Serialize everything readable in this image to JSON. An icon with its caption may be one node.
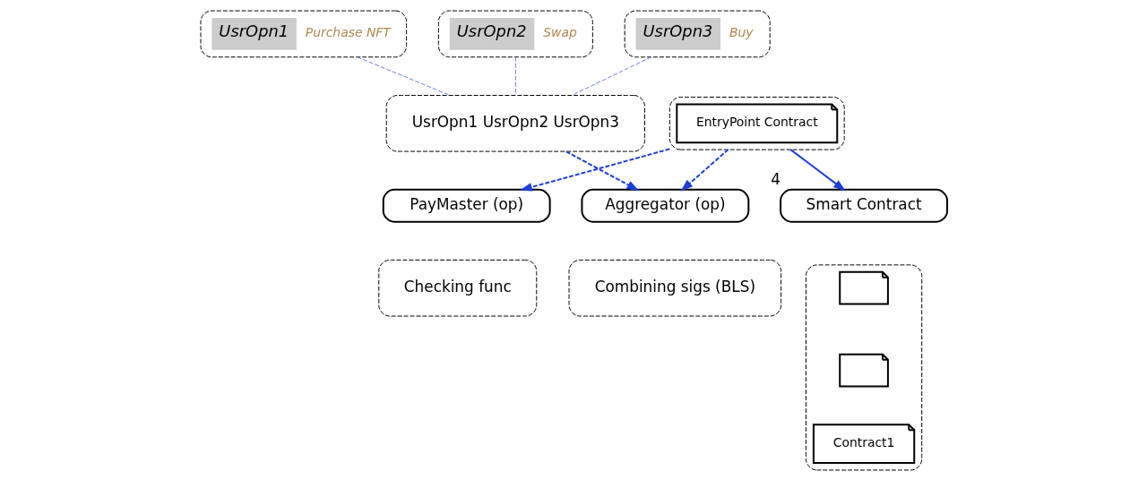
{
  "diagram": {
    "nodes": [
      {
        "text": [
          "UsrOpn1",
          "Purchase NFT"
        ]
      },
      {
        "text": [
          "UsrOpn2",
          "Swap"
        ]
      },
      {
        "text": [
          "UsrOpn3",
          "Buy"
        ]
      },
      {
        "text": [
          "UsrOpn1 UsrOpn2 UsrOpn3"
        ]
      },
      {
        "text": [],
        "shape": "box"
      },
      {
        "text": [
          "EntryPoint Contract"
        ],
        "in": 4
      },
      {
        "text": [
          "PayMaster (op)"
        ]
      },
      {
        "text": [
          "Aggregator (op)"
        ]
      },
      {
        "text": [
          "Smart Contract"
        ],
        "beside": [
          "4"
        ]
      },
      {
        "text": [
          "Checking func"
        ]
      },
      {
        "text": [
          "Combining sigs (BLS)"
        ]
      },
      {
        "text": [],
        "shape": "box"
      },
      {
        "text": [],
        "shape": "box",
        "in": 11
      },
      {
        "text": [],
        "shape": "box",
        "in": 11
      },
      {
        "text": [
          "Contract1"
        ],
        "in": 11
      }
    ],
    "edges": [
      {
        "from": 0,
        "to": 3,
        "arrow": "none",
        "style": "dashed",
        "color": "#6a82e0"
      },
      {
        "from": 1,
        "to": 3,
        "arrow": "none",
        "style": "dashed",
        "color": "#6a82e0"
      },
      {
        "from": 2,
        "to": 3,
        "arrow": "none",
        "style": "dashed",
        "color": "#6a82e0"
      },
      {
        "from": 4,
        "to": 6,
        "arrow": "to",
        "style": "dashed"
      },
      {
        "from": 3,
        "to": 7,
        "arrow": "to",
        "style": "dashed"
      },
      {
        "from": 4,
        "to": 7,
        "arrow": "to",
        "style": "dashed"
      },
      {
        "from": 4,
        "to": 8,
        "arrow": "to"
      }
    ]
  }
}
